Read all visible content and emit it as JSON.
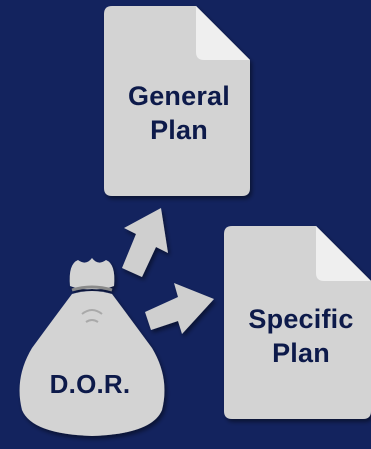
{
  "diagram": {
    "bag": {
      "label": "D.O.R.",
      "icon": "money-bag-icon"
    },
    "documents": [
      {
        "id": "general",
        "line1": "General",
        "line2": "Plan",
        "icon": "document-icon"
      },
      {
        "id": "specific",
        "line1": "Specific",
        "line2": "Plan",
        "icon": "document-icon"
      }
    ],
    "colors": {
      "background": "#13235e",
      "document_fill": "#d3d3d3",
      "document_fold": "#efefef",
      "arrow_fill": "#cfcfcf",
      "text": "#0d1a4a"
    }
  }
}
